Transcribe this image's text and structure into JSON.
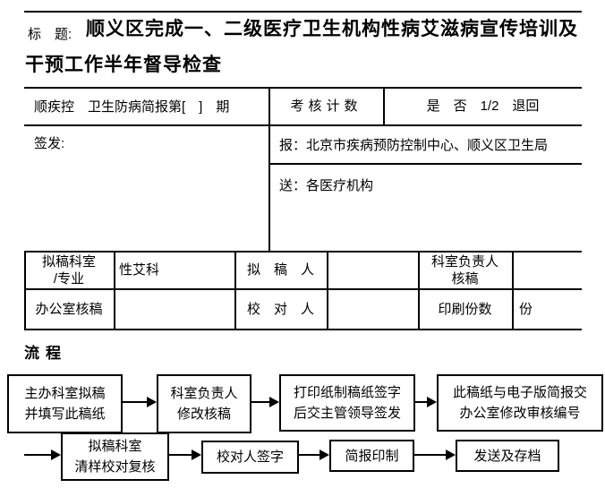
{
  "colors": {
    "ink": "#000000",
    "paper": "#ffffff"
  },
  "header": {
    "title_label": "标　题:",
    "title_line1": "顺义区完成一、二级医疗卫生机构性病艾滋病宣传培训及",
    "title_line2": "干预工作半年督导检查"
  },
  "info_table": {
    "issue_no": "顺疾控　卫生防病简报第[　]　期",
    "assessment_label": "考核计数",
    "assessment_options": "是　否　1/2　退回",
    "sign_label": "签发:",
    "report_to": "报：北京市疾病预防控制中心、顺义区卫生局",
    "send_to": "送：各医疗机构"
  },
  "draft_table": {
    "drafting_dept_label": "拟稿科室\n/专业",
    "drafting_dept_value": "性艾科",
    "drafter_label": "拟　稿　人",
    "drafter_value": "",
    "dept_head_review_label": "科室负责人\n核稿",
    "dept_head_review_value": "",
    "office_review_label": "办公室核稿",
    "office_review_value": "",
    "proofreader_label": "校　对　人",
    "proofreader_value": "",
    "print_copies_label": "印刷份数",
    "print_copies_unit": "份"
  },
  "flow": {
    "heading": "流程",
    "steps_row1": [
      {
        "text": "主办科室拟稿\n并填写此稿纸"
      },
      {
        "text": "科室负责人\n修改核稿"
      },
      {
        "text": "打印纸制稿纸签字\n后交主管领导签发"
      },
      {
        "text": "此稿纸与电子版简报交\n办公室修改审核编号"
      }
    ],
    "steps_row2": [
      {
        "text": "拟稿科室\n清样校对复核"
      },
      {
        "text": "校对人签字"
      },
      {
        "text": "简报印制"
      },
      {
        "text": "发送及存档"
      }
    ]
  }
}
